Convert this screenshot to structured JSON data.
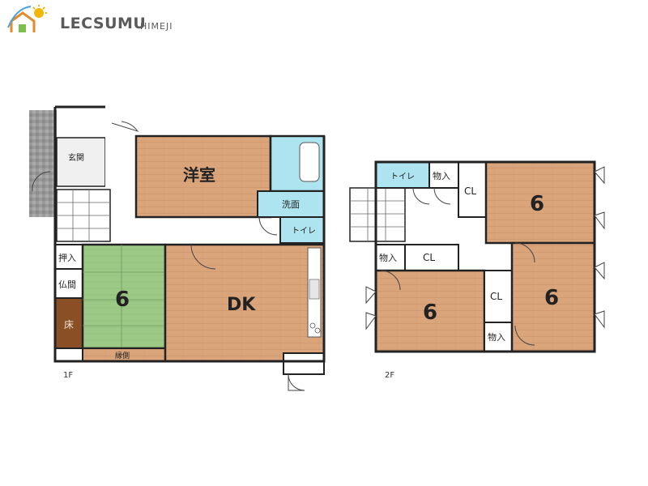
{
  "brand": {
    "name": "LECSUMU",
    "sub": "HIMEJI",
    "logo_icon": "house-sun-logo-icon"
  },
  "floors": [
    {
      "label": "1F"
    },
    {
      "label": "2F"
    }
  ],
  "rooms_1f": {
    "genkan": "玄関",
    "youshitsu": "洋室",
    "senmen": "洗面",
    "toilet": "トイレ",
    "oshiire": "押入",
    "butsuma": "仏間",
    "toko": "床",
    "washitsu": "6",
    "dk": "DK",
    "engawa": "縁側"
  },
  "rooms_2f": {
    "toilet": "トイレ",
    "monoire_top": "物入",
    "cl_top": "CL",
    "room_ne": "6",
    "monoire_left": "物入",
    "cl_mid": "CL",
    "room_sw": "6",
    "cl_small": "CL",
    "room_se": "6",
    "monoire_bottom": "物入"
  },
  "colors": {
    "wood": "#dba57c",
    "tatami": "#9cc986",
    "wet": "#aee4ef",
    "toko": "#8a4f24",
    "wall": "#222222",
    "brand_gray": "#5a5a5a"
  }
}
